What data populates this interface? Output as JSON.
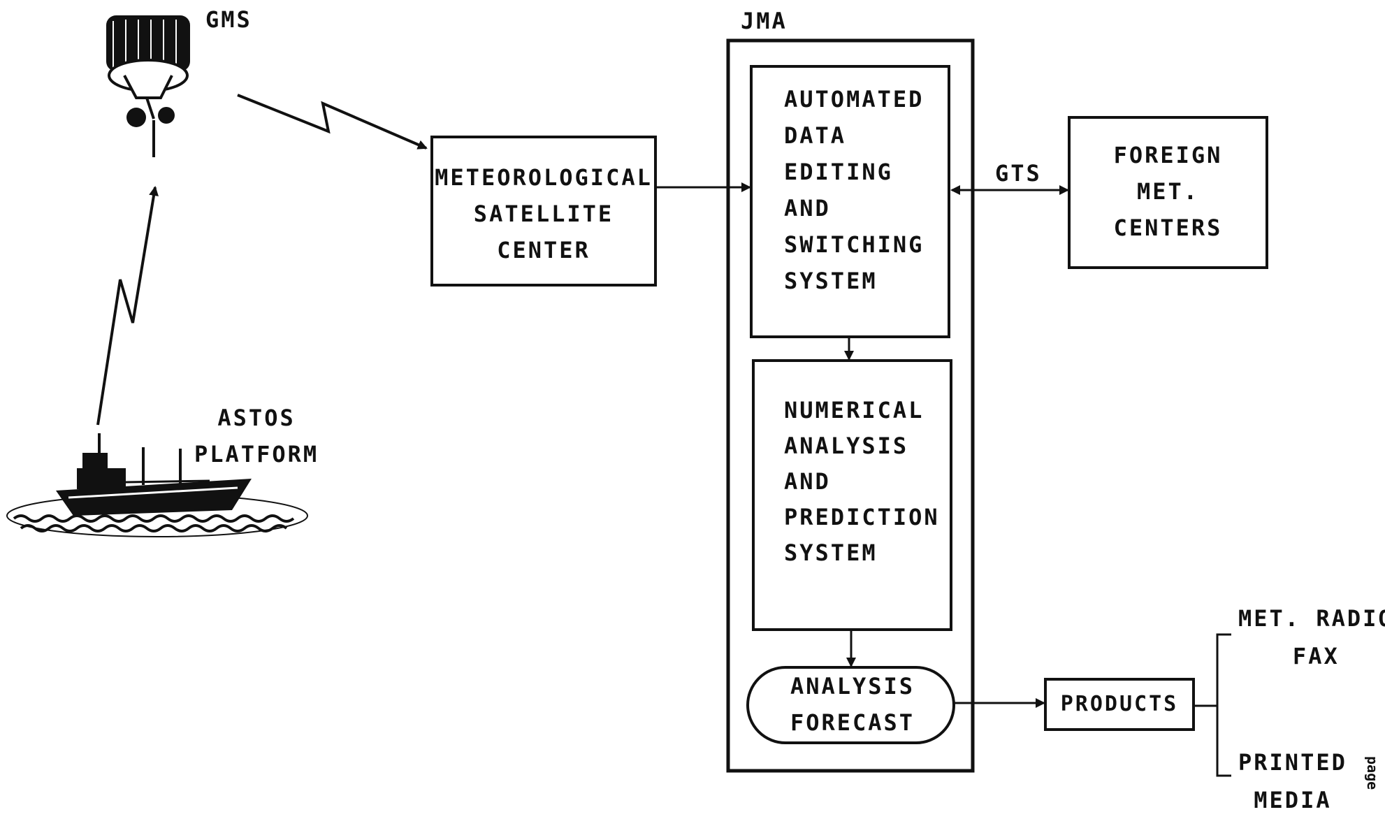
{
  "satellite": {
    "label": "GMS"
  },
  "platform": {
    "lines": [
      "ASTOS",
      "PLATFORM"
    ]
  },
  "jma": {
    "label": "JMA"
  },
  "msc": {
    "lines": [
      "METEOROLOGICAL",
      "SATELLITE",
      "CENTER"
    ]
  },
  "adess": {
    "lines": [
      "AUTOMATED",
      "DATA",
      "EDITING",
      "AND",
      "SWITCHING",
      "SYSTEM"
    ]
  },
  "naps": {
    "lines": [
      "NUMERICAL",
      "ANALYSIS",
      "AND",
      "PREDICTION",
      "SYSTEM"
    ]
  },
  "analysis_forecast": {
    "lines": [
      "ANALYSIS",
      "FORECAST"
    ]
  },
  "gts": {
    "label": "GTS"
  },
  "foreign": {
    "lines": [
      "FOREIGN",
      "MET.",
      "CENTERS"
    ]
  },
  "products": {
    "label": "PRODUCTS"
  },
  "outputs": {
    "radio_fax": [
      "MET. RADIO",
      "FAX"
    ],
    "printed": [
      "PRINTED",
      "MEDIA"
    ]
  },
  "page_note": "page"
}
